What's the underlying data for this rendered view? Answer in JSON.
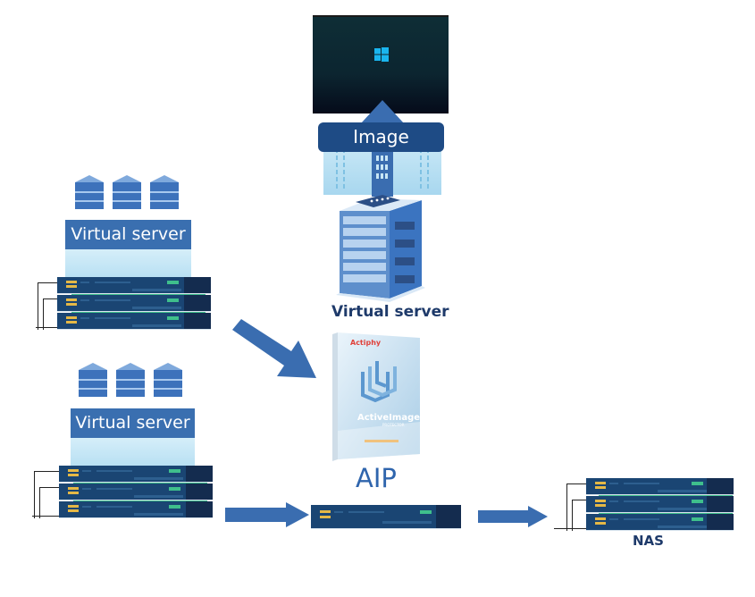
{
  "diagram": {
    "title": "",
    "top": {
      "monitor": {
        "os_icon": "windows-logo-icon"
      },
      "image_label": "Image",
      "server_label": "Virtual server"
    },
    "left_group_1": {
      "label": "Virtual server",
      "vm_icons": [
        "virtual-server-stack-icon",
        "virtual-server-stack-icon",
        "virtual-server-stack-icon"
      ],
      "rack_units": 3
    },
    "left_group_2": {
      "label": "Virtual server",
      "vm_icons": [
        "virtual-server-stack-icon",
        "virtual-server-stack-icon",
        "virtual-server-stack-icon"
      ],
      "rack_units": 3
    },
    "product": {
      "brand": "Actiphy",
      "name": "ActiveImage",
      "subtitle": "PROTECTOR",
      "label": "AIP"
    },
    "nas": {
      "label": "NAS",
      "rack_units": 3
    },
    "colors": {
      "arrow": "#3a6db0",
      "rack": "#1a4573",
      "label_box": "#3a6fb0",
      "image_box": "#1e4b85",
      "text_dark": "#1e3a6a"
    }
  }
}
